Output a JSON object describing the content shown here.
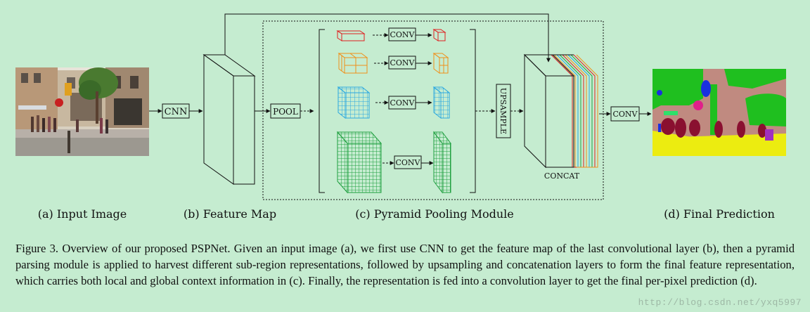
{
  "labels": {
    "cnn": "CNN",
    "pool": "POOL",
    "conv": "CONV",
    "upsample": "UPSAMPLE",
    "concat": "CONCAT"
  },
  "panels": {
    "a": "(a) Input Image",
    "b": "(b) Feature Map",
    "c": "(c) Pyramid Pooling Module",
    "d": "(d) Final Prediction"
  },
  "caption": "Figure 3. Overview of our proposed PSPNet. Given an input image (a), we first use CNN to get the feature map of the last convolutional layer (b), then a pyramid parsing module is applied to harvest different sub-region representations, followed by upsampling and concatenation layers to form the final feature representation, which carries both local and global context information in (c). Finally, the representation is fed into a convolution layer to get the final per-pixel prediction (d).",
  "watermark": "http://blog.csdn.net/yxq5997",
  "colors": {
    "background": "#c5ecd0",
    "level_1": "#e02020",
    "level_2": "#f0901a",
    "level_3": "#2aa8e0",
    "level_4": "#20a040",
    "seg_building": "#c08a80",
    "seg_tree": "#1fbf1f",
    "seg_road": "#ecec10",
    "seg_person": "#8a1030",
    "seg_sign": "#1a30e0"
  },
  "icons": {
    "input_image": "street-scene-photo",
    "prediction": "segmentation-map"
  }
}
